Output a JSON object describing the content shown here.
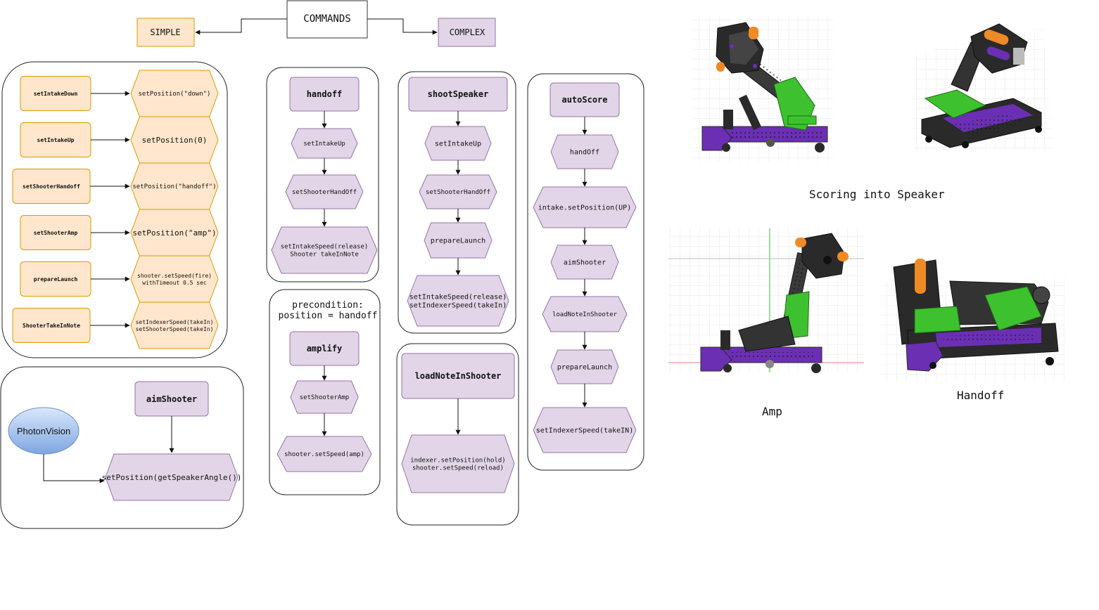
{
  "colors": {
    "simple_fill": "#ffe6cc",
    "simple_stroke": "#d79b00",
    "complex_fill": "#e1d5e7",
    "complex_stroke": "#9673a6",
    "sensor_fill_top": "#dae8fc",
    "sensor_fill_bottom": "#7ea6e0",
    "sensor_stroke": "#6c8ebf",
    "robot_purple": "#6a2fb3",
    "robot_green": "#3ec12e",
    "robot_dark": "#2a2a2a",
    "robot_orange": "#f08a24"
  },
  "header": {
    "commands": "COMMANDS",
    "simple": "SIMPLE",
    "complex": "COMPLEX"
  },
  "simple_commands": [
    {
      "name": "setIntakeDown",
      "action": "setPosition(\"down\")"
    },
    {
      "name": "setIntakeUp",
      "action": "setPosition(0)"
    },
    {
      "name": "setShooterHandoff",
      "action": "setPosition(\"handoff\")"
    },
    {
      "name": "setShooterAmp",
      "action": "setPosition(\"amp\")"
    },
    {
      "name": "prepareLaunch",
      "action": "shooter.setSpeed(fire)\nwithTimeout 0.5 sec"
    },
    {
      "name": "ShooterTakeInNote",
      "action": "setIndexerSpeed(takeIn)\nsetShooterSpeed(takeIn)"
    }
  ],
  "aim": {
    "title": "aimShooter",
    "sensor": "PhotonVision",
    "action": "setPosition(getSpeakerAngle())"
  },
  "handoff": {
    "title": "handoff",
    "steps": [
      "setIntakeUp",
      "setShooterHandOff",
      "setIntakeSpeed(release)\nShooter takeInNote"
    ]
  },
  "amplify": {
    "precondition": "precondition:\nposition = handoff",
    "title": "amplify",
    "steps": [
      "setShooterAmp",
      "shooter.setSpeed(amp)"
    ]
  },
  "shoot_speaker": {
    "title": "shootSpeaker",
    "steps": [
      "setIntakeUp",
      "setShooterHandOff",
      "prepareLaunch",
      "setIntakeSpeed(release)\nsetIndexerSpeed(takeIn)"
    ]
  },
  "load_note": {
    "title": "loadNoteInShooter",
    "steps": [
      "indexer.setPosition(hold)\nshooter.setSpeed(reload)"
    ]
  },
  "auto_score": {
    "title": "autoScore",
    "steps": [
      "handOff",
      "intake.setPosition(UP)",
      "aimShooter",
      "loadNoteInShooter",
      "prepareLaunch",
      "setIndexerSpeed(takeIN)"
    ]
  },
  "images": {
    "speaker_label": "Scoring into Speaker",
    "amp_label": "Amp",
    "handoff_label": "Handoff"
  }
}
